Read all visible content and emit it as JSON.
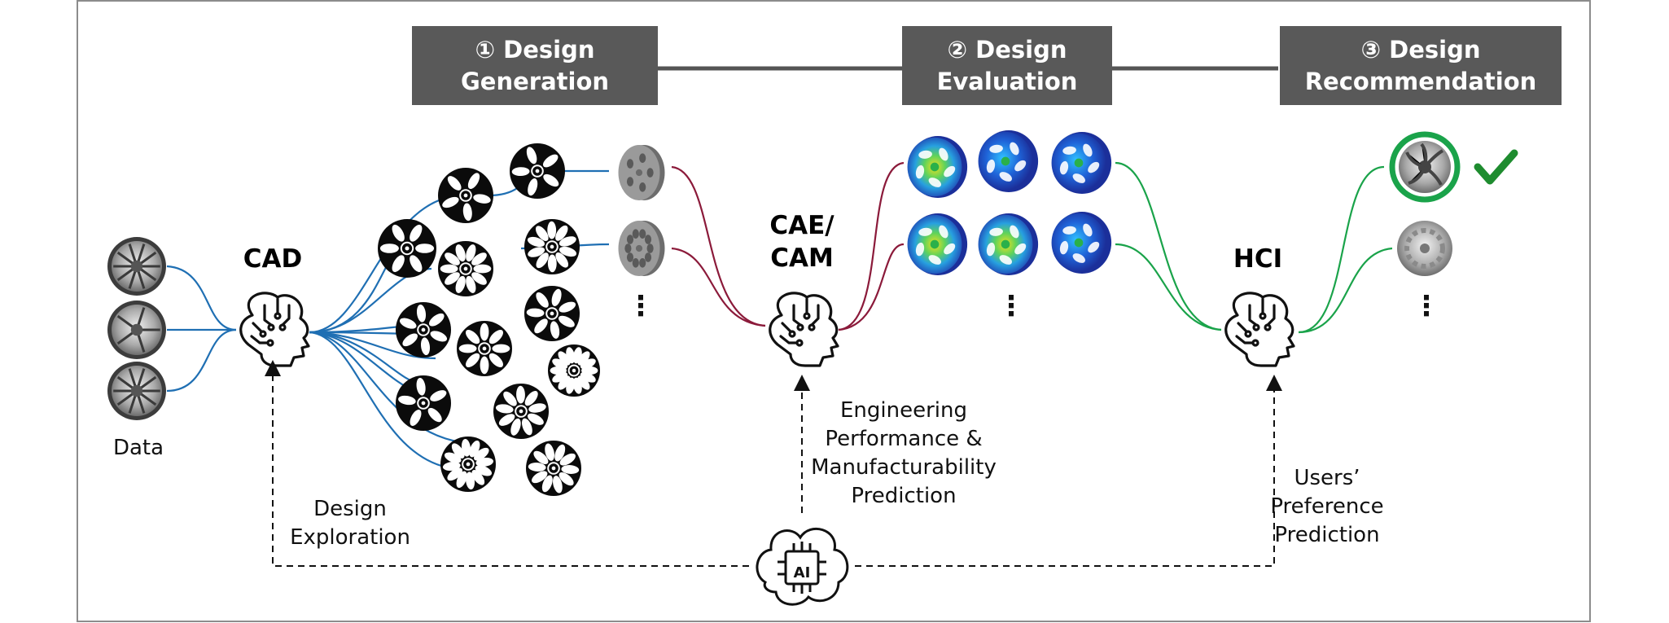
{
  "stages": [
    {
      "line1": "① Design",
      "line2": "Generation"
    },
    {
      "line1": "② Design",
      "line2": "Evaluation"
    },
    {
      "line1": "③ Design",
      "line2": "Recommendation"
    }
  ],
  "nodes": {
    "cad": "CAD",
    "cae_line1": "CAE/",
    "cae_line2": "CAM",
    "hci": "HCI"
  },
  "labels": {
    "data": "Data",
    "exploration_line1": "Design",
    "exploration_line2": "Exploration",
    "engineering_line1": "Engineering",
    "engineering_line2": "Performance &",
    "engineering_line3": "Manufacturability",
    "engineering_line4": "Prediction",
    "preference_line1": "Users’",
    "preference_line2": "Preference",
    "preference_line3": "Prediction",
    "ai_chip": "AI"
  },
  "ellipsis": "⋮",
  "icons": [
    "brain-circuit-icon",
    "ai-chip-icon",
    "checkmark-icon",
    "wheel-icon"
  ],
  "colors": {
    "stage_bg": "#595959",
    "blue_link": "#1f6fb3",
    "red_link": "#8b1a3a",
    "green_link": "#1aa34a",
    "check": "#1e8c2f"
  }
}
